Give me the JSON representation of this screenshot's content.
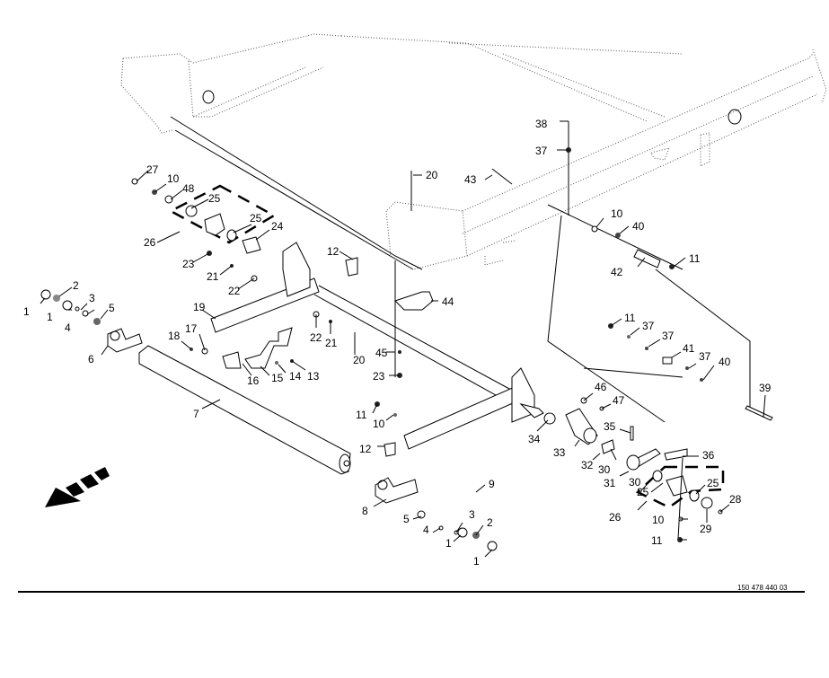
{
  "document": {
    "drawing_number": "150 478 440 03",
    "direction_arrow": "travel-direction-arrow-icon"
  },
  "callouts": [
    {
      "id": "c27a",
      "label": "27"
    },
    {
      "id": "c10a",
      "label": "10"
    },
    {
      "id": "c48",
      "label": "48"
    },
    {
      "id": "c25a",
      "label": "25"
    },
    {
      "id": "c25b",
      "label": "25"
    },
    {
      "id": "c24",
      "label": "24"
    },
    {
      "id": "c26a",
      "label": "26"
    },
    {
      "id": "c23a",
      "label": "23"
    },
    {
      "id": "c21a",
      "label": "21"
    },
    {
      "id": "c22a",
      "label": "22"
    },
    {
      "id": "c12a",
      "label": "12"
    },
    {
      "id": "c20a",
      "label": "20"
    },
    {
      "id": "c43",
      "label": "43"
    },
    {
      "id": "c38",
      "label": "38"
    },
    {
      "id": "c37a",
      "label": "37"
    },
    {
      "id": "c10b",
      "label": "10"
    },
    {
      "id": "c40a",
      "label": "40"
    },
    {
      "id": "c42",
      "label": "42"
    },
    {
      "id": "c11a",
      "label": "11"
    },
    {
      "id": "c44",
      "label": "44"
    },
    {
      "id": "c1a",
      "label": "1"
    },
    {
      "id": "c2a",
      "label": "2"
    },
    {
      "id": "c1b",
      "label": "1"
    },
    {
      "id": "c3a",
      "label": "3"
    },
    {
      "id": "c4a",
      "label": "4"
    },
    {
      "id": "c5a",
      "label": "5"
    },
    {
      "id": "c6",
      "label": "6"
    },
    {
      "id": "c19",
      "label": "19"
    },
    {
      "id": "c17",
      "label": "17"
    },
    {
      "id": "c18",
      "label": "18"
    },
    {
      "id": "c22b",
      "label": "22"
    },
    {
      "id": "c21b",
      "label": "21"
    },
    {
      "id": "c20b",
      "label": "20"
    },
    {
      "id": "c45",
      "label": "45"
    },
    {
      "id": "c23b",
      "label": "23"
    },
    {
      "id": "c16",
      "label": "16"
    },
    {
      "id": "c15",
      "label": "15"
    },
    {
      "id": "c14",
      "label": "14"
    },
    {
      "id": "c13",
      "label": "13"
    },
    {
      "id": "c7",
      "label": "7"
    },
    {
      "id": "c11b",
      "label": "11"
    },
    {
      "id": "c10c",
      "label": "10"
    },
    {
      "id": "c12b",
      "label": "12"
    },
    {
      "id": "c34",
      "label": "34"
    },
    {
      "id": "c8",
      "label": "8"
    },
    {
      "id": "c9",
      "label": "9"
    },
    {
      "id": "c5b",
      "label": "5"
    },
    {
      "id": "c4b",
      "label": "4"
    },
    {
      "id": "c3b",
      "label": "3"
    },
    {
      "id": "c2b",
      "label": "2"
    },
    {
      "id": "c1c",
      "label": "1"
    },
    {
      "id": "c1d",
      "label": "1"
    },
    {
      "id": "c11c",
      "label": "11"
    },
    {
      "id": "c37b",
      "label": "37"
    },
    {
      "id": "c37c",
      "label": "37"
    },
    {
      "id": "c41",
      "label": "41"
    },
    {
      "id": "c37d",
      "label": "37"
    },
    {
      "id": "c40b",
      "label": "40"
    },
    {
      "id": "c39",
      "label": "39"
    },
    {
      "id": "c46",
      "label": "46"
    },
    {
      "id": "c47",
      "label": "47"
    },
    {
      "id": "c35",
      "label": "35"
    },
    {
      "id": "c33",
      "label": "33"
    },
    {
      "id": "c32",
      "label": "32"
    },
    {
      "id": "c30a",
      "label": "30"
    },
    {
      "id": "c31",
      "label": "31"
    },
    {
      "id": "c36",
      "label": "36"
    },
    {
      "id": "c30b",
      "label": "30"
    },
    {
      "id": "c25c",
      "label": "25"
    },
    {
      "id": "c25d",
      "label": "25"
    },
    {
      "id": "c26b",
      "label": "26"
    },
    {
      "id": "c28",
      "label": "28"
    },
    {
      "id": "c10d",
      "label": "10"
    },
    {
      "id": "c29",
      "label": "29"
    },
    {
      "id": "c11d",
      "label": "11"
    }
  ]
}
